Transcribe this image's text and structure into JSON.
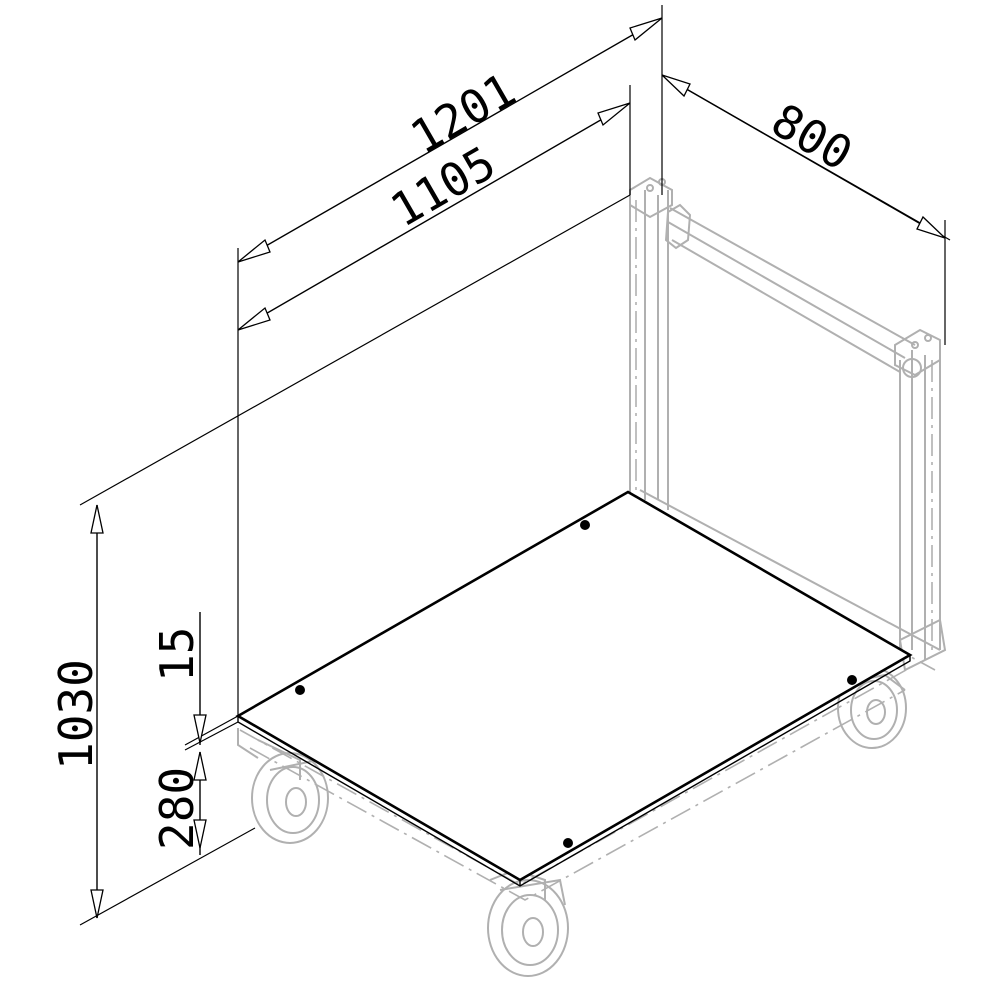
{
  "dimensions": {
    "length_outer": "1201",
    "length_inner": "1105",
    "width": "800",
    "height_total": "1030",
    "platform_thickness": "15",
    "platform_height": "280"
  },
  "colors": {
    "line": "#000000",
    "ghost_line": "#b0b0b0",
    "background": "#ffffff"
  }
}
